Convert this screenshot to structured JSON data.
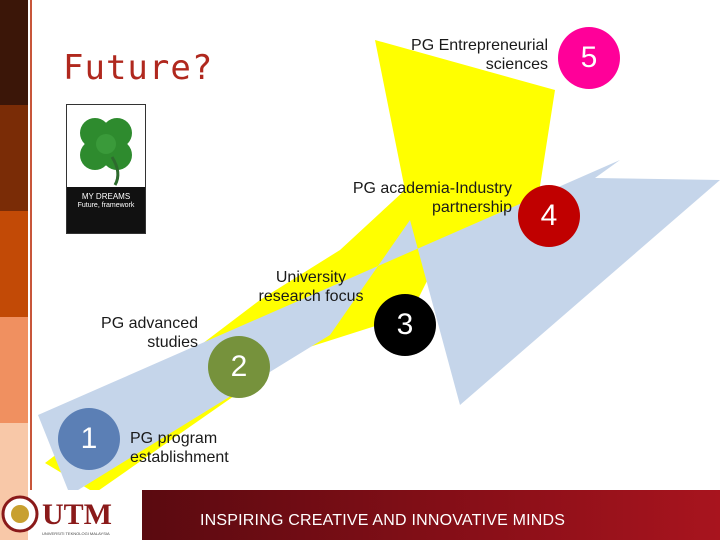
{
  "title": "Future?",
  "dream_box": {
    "caption": "MY DREAMS",
    "sub": "Future, framework"
  },
  "labels": {
    "pg_entrepreneurial": "PG Entrepreneurial sciences",
    "pg_academia": "PG academia-Industry partnership",
    "university_research": "University research focus",
    "pg_advanced": "PG advanced studies",
    "pg_program": "PG program establishment"
  },
  "badges": {
    "b1": "1",
    "b2": "2",
    "b3": "3",
    "b4": "4",
    "b5": "5"
  },
  "footer": {
    "logo_text": "UTM",
    "logo_sub": "UNIVERSITI TEKNOLOGI MALAYSIA",
    "tagline": "INSPIRING CREATIVE AND INNOVATIVE MINDS"
  },
  "colors": {
    "yellow_arrow": "#ffff00",
    "blue_arrow": "#c5d5ea",
    "title": "#b0281e",
    "badge1": "#5b7fb5",
    "badge2": "#76923c",
    "badge3": "#000000",
    "badge4": "#c00000",
    "badge5": "#ff0099",
    "footer_bg": "#8a0f18"
  },
  "icons": [
    "four-leaf-clover-icon",
    "utm-crest-icon"
  ]
}
